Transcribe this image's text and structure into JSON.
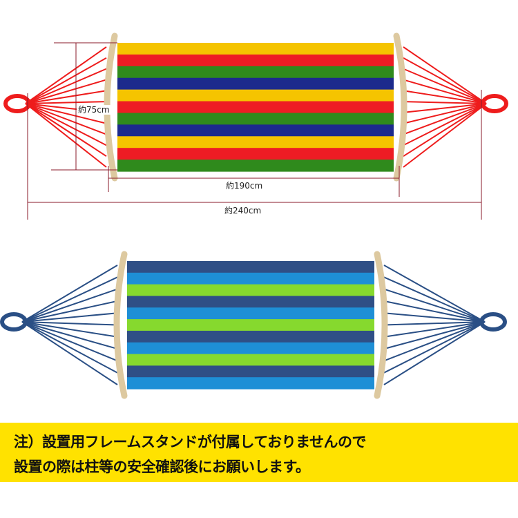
{
  "hammocks": [
    {
      "name": "rainbow",
      "rope_color": "#ee1c1c",
      "bar_color": "#ddc9a0",
      "stripes": [
        "#f5c400",
        "#ee1c24",
        "#2f8a1c",
        "#1c2a8c",
        "#f5c400",
        "#ee1c24",
        "#2f8a1c",
        "#1c2a8c",
        "#f5c400",
        "#ee1c24",
        "#2f8a1c"
      ]
    },
    {
      "name": "blue-green",
      "rope_color": "#2a4f85",
      "bar_color": "#ddc9a0",
      "stripes": [
        "#2f4f86",
        "#1e8fd6",
        "#86d92e",
        "#2f4f86",
        "#1e8fd6",
        "#86d92e",
        "#2f4f86",
        "#1e8fd6",
        "#86d92e",
        "#2f4f86",
        "#1e8fd6"
      ]
    }
  ],
  "dimensions": {
    "width": "約75cm",
    "fabric_length": "約190cm",
    "total_length": "約240cm",
    "line_color": "#8a1a2a"
  },
  "notice": {
    "line1": "注）設置用フレームスタンドが付属しておりませんので",
    "line2": "設置の際は柱等の安全確認後にお願いします。",
    "background": "#ffe200"
  }
}
